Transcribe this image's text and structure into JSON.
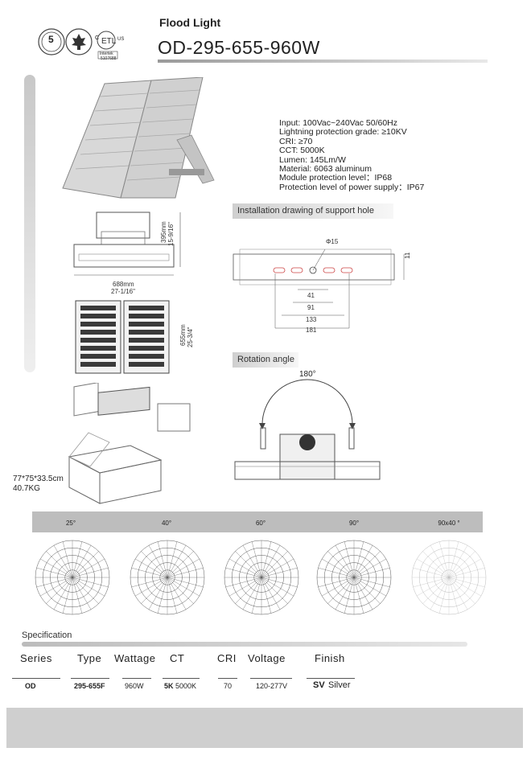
{
  "header": {
    "category": "Flood Light",
    "model": "OD-295-655-960W",
    "cert_year": "5",
    "cert_us_label": "US",
    "cert_c_label": "C",
    "intertek_text": "Intertek",
    "intertek_no": "5107688"
  },
  "specs": [
    "Input: 100Vac~240Vac 50/60Hz",
    "Lightning protection grade: ≥10KV",
    "CRI: ≥70",
    "CCT: 5000K",
    "Lumen: 145Lm/W",
    "Material: 6063 aluminum",
    "Module protection level：IP68",
    "Protection level of power supply：IP67"
  ],
  "dimensions": {
    "height_mm": "395mm",
    "height_in": "15-9/16\"",
    "width_mm": "688mm",
    "width_in": "27-1/16\"",
    "depth_mm": "655mm",
    "depth_in": "25-3/4\""
  },
  "installation": {
    "title": "Installation drawing of support hole",
    "hole": "Φ15",
    "slot_width": "11",
    "dims": [
      "41",
      "91",
      "133",
      "181"
    ]
  },
  "rotation": {
    "title": "Rotation angle",
    "angle": "180°"
  },
  "package": {
    "size": "77*75*33.5cm",
    "weight": "40.7KG"
  },
  "beam_angles": [
    "25°",
    "40°",
    "60°",
    "90°",
    "90x40 °"
  ],
  "specification": {
    "title": "Specification",
    "columns": [
      {
        "head": "Series",
        "code": "OD",
        "desc": ""
      },
      {
        "head": "Type",
        "code": "295-655F",
        "desc": ""
      },
      {
        "head": "Wattage",
        "code": "",
        "desc": "960W"
      },
      {
        "head": "CT",
        "code": "5K",
        "desc": "5000K"
      },
      {
        "head": "CRI",
        "code": "",
        "desc": "70"
      },
      {
        "head": "Voltage",
        "code": "",
        "desc": "120-277V"
      },
      {
        "head": "Finish",
        "code": "SV",
        "desc": "Silver"
      }
    ]
  },
  "colors": {
    "band": "#bdbdbd",
    "text": "#222222",
    "line": "#555555"
  }
}
